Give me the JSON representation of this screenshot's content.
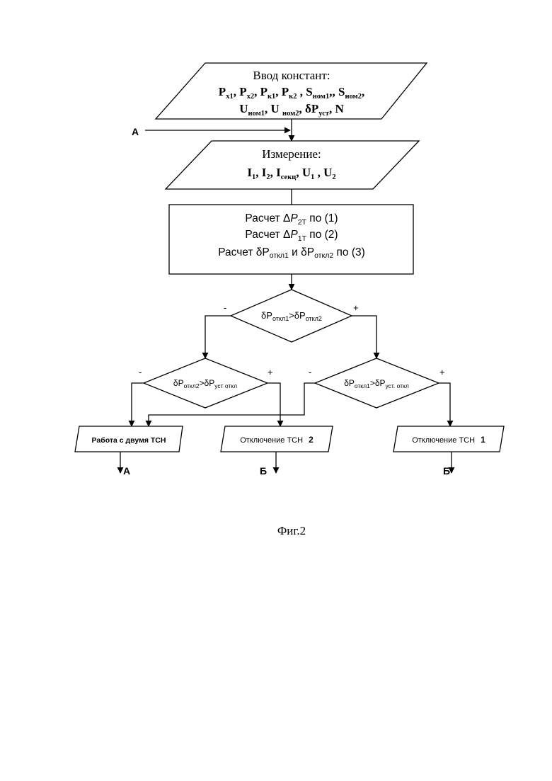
{
  "input_constants": {
    "title": "Ввод констант:",
    "line1": [
      {
        "t": "P",
        "s": "x1",
        "sep": ", "
      },
      {
        "t": "P",
        "s": "x2",
        "sep": ", "
      },
      {
        "t": "P",
        "s": "к1",
        "sep": ", "
      },
      {
        "t": "P",
        "s": "к2",
        "sep": " , "
      },
      {
        "t": "S",
        "s": "ном1",
        "sep": ",, "
      },
      {
        "t": "S",
        "s": "ном2",
        "sep": ","
      }
    ],
    "line2": [
      {
        "t": "U",
        "s": "ном1",
        "sep": ", "
      },
      {
        "t": "U ",
        "s": "ном2",
        "sep": ", "
      },
      {
        "t": "δP",
        "s": "уст",
        "sep": ", "
      },
      {
        "t": "N",
        "s": "",
        "sep": ""
      }
    ]
  },
  "entry_a": "A",
  "measure": {
    "title": "Измерение:",
    "line": [
      {
        "t": "I",
        "s": "1",
        "sep": ", "
      },
      {
        "t": "I",
        "s": "2",
        "sep": ", "
      },
      {
        "t": "I",
        "s": "секц",
        "sep": ", "
      },
      {
        "t": "U",
        "s": "1",
        "sep": " , "
      },
      {
        "t": "U",
        "s": "2",
        "sep": ""
      }
    ]
  },
  "calc": {
    "line1": {
      "pre": "Расчет Δ",
      "p": "P",
      "sub": "2T",
      "post": "  по (1)"
    },
    "line2": {
      "pre": "Расчет Δ",
      "p": "P",
      "sub": "1T",
      "post": " по (2)"
    },
    "line3": {
      "a": "Расчет δP",
      "a_sub": "откл1",
      "b": " и  δP",
      "b_sub": "откл2",
      "c": " по  (3)"
    }
  },
  "decision_main": {
    "a": "δP",
    "a_sub": "откл1",
    "op": ">δP",
    "b_sub": "откл2",
    "minus": "-",
    "plus": "+"
  },
  "decision_left": {
    "a": "δP",
    "a_sub": "откл2",
    "op": ">δP",
    "b_sub": "уст откл",
    "minus": "-",
    "plus": "+"
  },
  "decision_right": {
    "a": "δP",
    "a_sub": "откл1",
    "op": ">δP",
    "b_sub": "уст. откл",
    "minus": "-",
    "plus": "+"
  },
  "outputs": {
    "out1": "Работа с двумя ТСН",
    "out2_a": "Отключение ТСН",
    "out2_b": "2",
    "out3_a": "Отключение ТСН",
    "out3_b": "1"
  },
  "exits": {
    "a": "А",
    "b1": "Б",
    "b2": "Б"
  },
  "caption": "Фиг.2"
}
